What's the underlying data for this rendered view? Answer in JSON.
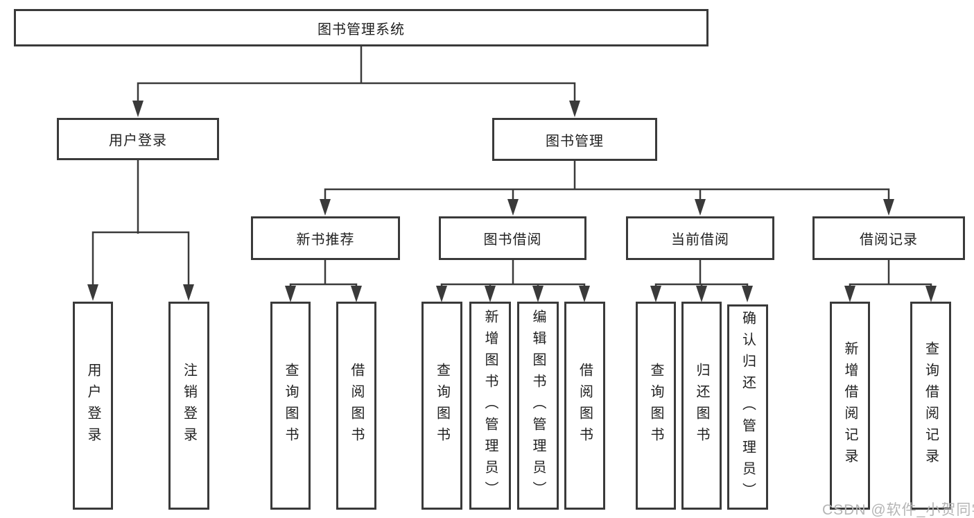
{
  "tree": {
    "label": "图书管理系统",
    "children": [
      {
        "label": "用户登录",
        "children": [
          {
            "label": "用户登录"
          },
          {
            "label": "注销登录"
          }
        ]
      },
      {
        "label": "图书管理",
        "children": [
          {
            "label": "新书推荐",
            "children": [
              {
                "label": "查询图书"
              },
              {
                "label": "借阅图书"
              }
            ]
          },
          {
            "label": "图书借阅",
            "children": [
              {
                "label": "查询图书"
              },
              {
                "label": "新增图书（管理员）"
              },
              {
                "label": "编辑图书（管理员）"
              },
              {
                "label": "借阅图书"
              }
            ]
          },
          {
            "label": "当前借阅",
            "children": [
              {
                "label": "查询图书"
              },
              {
                "label": "归还图书"
              },
              {
                "label": "确认归还（管理员）"
              }
            ]
          },
          {
            "label": "借阅记录",
            "children": [
              {
                "label": "新增借阅记录"
              },
              {
                "label": "查询借阅记录"
              }
            ]
          }
        ]
      }
    ]
  },
  "watermark": "CSDN @软件_小贺同学",
  "colors": {
    "line": "#3a3a3a",
    "box_border": "#3a3a3a",
    "text": "#212121",
    "watermark": "#b5b5b5",
    "background": "#ffffff"
  }
}
